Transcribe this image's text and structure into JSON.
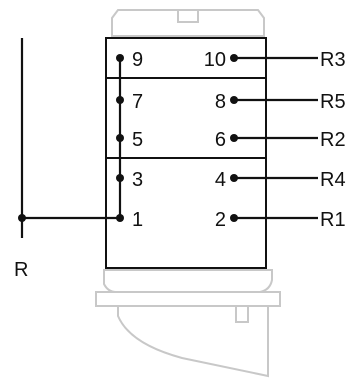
{
  "colors": {
    "wire": "#111111",
    "housing_outline": "#c8c8c8",
    "terminal_border": "#111111"
  },
  "common": {
    "label": "R"
  },
  "terminals": {
    "t1": "1",
    "t2": "2",
    "t3": "3",
    "t4": "4",
    "t5": "5",
    "t6": "6",
    "t7": "7",
    "t8": "8",
    "t9": "9",
    "t10": "10"
  },
  "outputs": {
    "r1": "R1",
    "r2": "R2",
    "r3": "R3",
    "r4": "R4",
    "r5": "R5"
  }
}
